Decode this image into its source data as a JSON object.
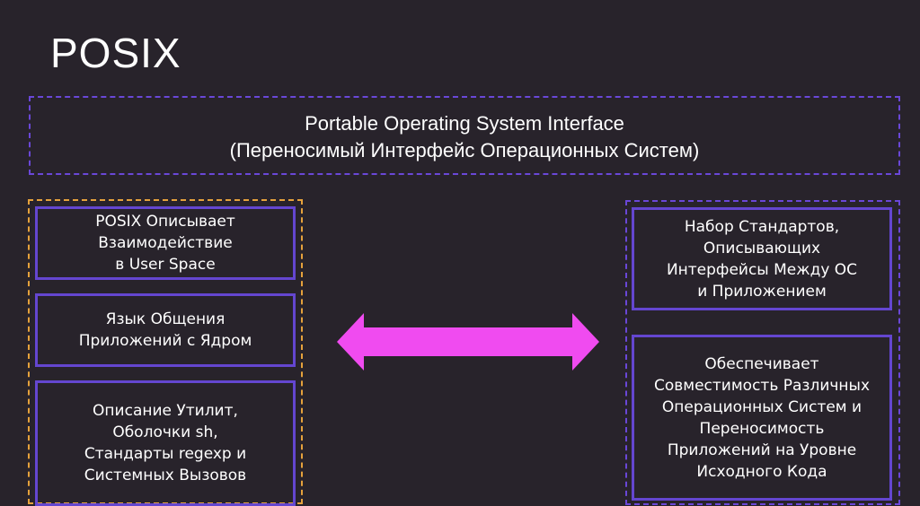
{
  "slide": {
    "title": "POSIX",
    "definition": {
      "line1": "Portable Operating System Interface",
      "line2": "(Переносимый Интерфейс Операционных Систем)"
    }
  },
  "left_cards": [
    "POSIX Описывает\nВзаимодействие\nв User Space",
    "Язык Общения\nПриложений с Ядром",
    "Описание Утилит,\nОболочки sh,\nСтандарты regexp и\nСистемных Вызовов"
  ],
  "right_cards": [
    "Набор Стандартов,\nОписывающих\nИнтерфейсы Между ОС\nи Приложением",
    "Обеспечивает\nСовместимость Различных\nОперационных Систем и\nПереносимость\nПриложений на Уровне\nИсходного Кода"
  ],
  "colors": {
    "background": "#28232b",
    "dashed_border": "#6a47d8",
    "left_group_border": "#e6a23c",
    "card_border": "#6446d0",
    "arrow": "#f04bf0"
  }
}
